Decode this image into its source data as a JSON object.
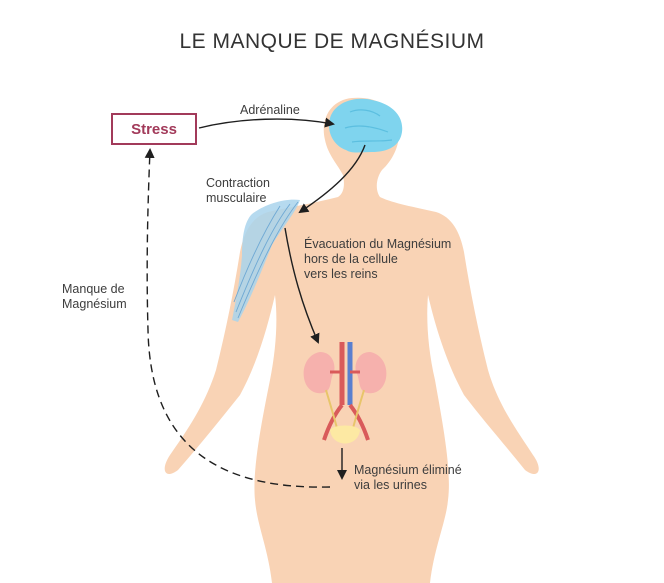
{
  "title": "LE MANQUE DE MAGNÉSIUM",
  "nodes": {
    "stress": "Stress"
  },
  "labels": {
    "adrenaline": "Adrénaline",
    "contraction_line1": "Contraction",
    "contraction_line2": "musculaire",
    "evacuation_line1": "Évacuation du Magnésium",
    "evacuation_line2": "hors de la cellule",
    "evacuation_line3": "vers les reins",
    "manque_line1": "Manque de",
    "manque_line2": "Magnésium",
    "elimine_line1": "Magnésium éliminé",
    "elimine_line2": "via les urines"
  },
  "colors": {
    "skin": "#f9d3b5",
    "brain": "#7fd4ee",
    "muscle": "#a9d3ec",
    "kidney": "#f6b1ad",
    "bladder": "#fde9a3",
    "vessel_red": "#d95a5a",
    "vessel_blue": "#5a7fcf",
    "stress_border": "#a23a5a",
    "arrow": "#1f1f1f"
  }
}
